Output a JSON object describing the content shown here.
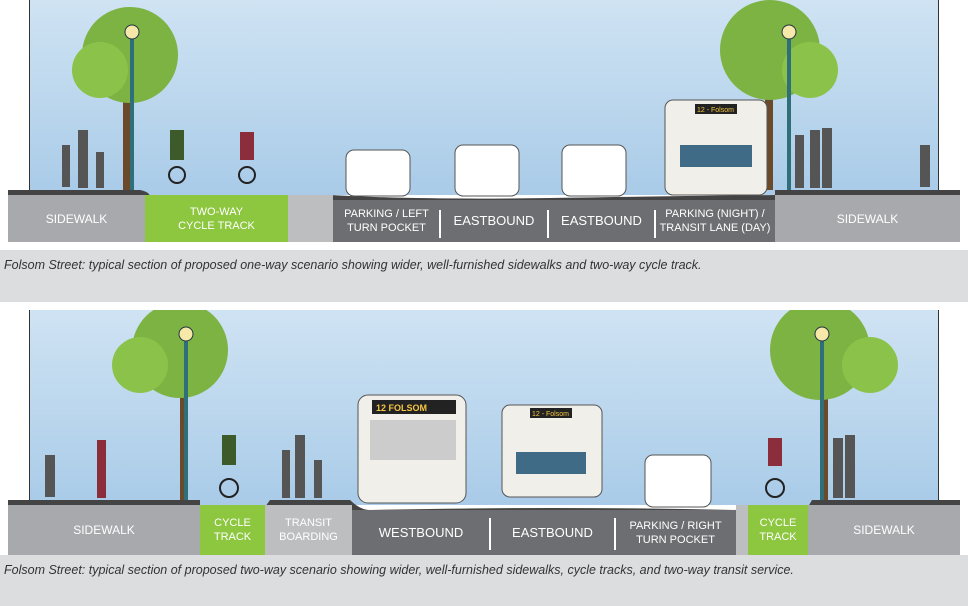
{
  "sections": [
    {
      "labels": {
        "sidewalk_left": "SIDEWALK",
        "cycle": "TWO-WAY\nCYCLE TRACK",
        "lane1": "PARKING / LEFT\nTURN POCKET",
        "lane2": "EASTBOUND",
        "lane3": "EASTBOUND",
        "lane4": "PARKING (NIGHT) /\nTRANSIT LANE (DAY)",
        "sidewalk_right": "SIDEWALK"
      },
      "bus_sign": "12 - Folsom",
      "caption": "Folsom Street: typical section of proposed one-way scenario showing wider, well-furnished sidewalks and two-way cycle track."
    },
    {
      "labels": {
        "sidewalk_left": "SIDEWALK",
        "cycle_left": "CYCLE\nTRACK",
        "transit": "TRANSIT\nBOARDING",
        "lane1": "WESTBOUND",
        "lane2": "EASTBOUND",
        "lane3": "PARKING / RIGHT\nTURN POCKET",
        "cycle_right": "CYCLE\nTRACK",
        "sidewalk_right": "SIDEWALK"
      },
      "bus_sign_west": "12  FOLSOM",
      "bus_sign_east": "12 - Folsom",
      "caption": "Folsom Street: typical section of proposed two-way scenario showing wider, well-furnished sidewalks, cycle tracks, and two-way transit service."
    }
  ],
  "colors": {
    "sidewalk": "#a7a9ac",
    "cycle_track": "#8dc63f",
    "road": "#6d6e71",
    "tree": "#7cb342",
    "sky": "#b9d6ee"
  }
}
